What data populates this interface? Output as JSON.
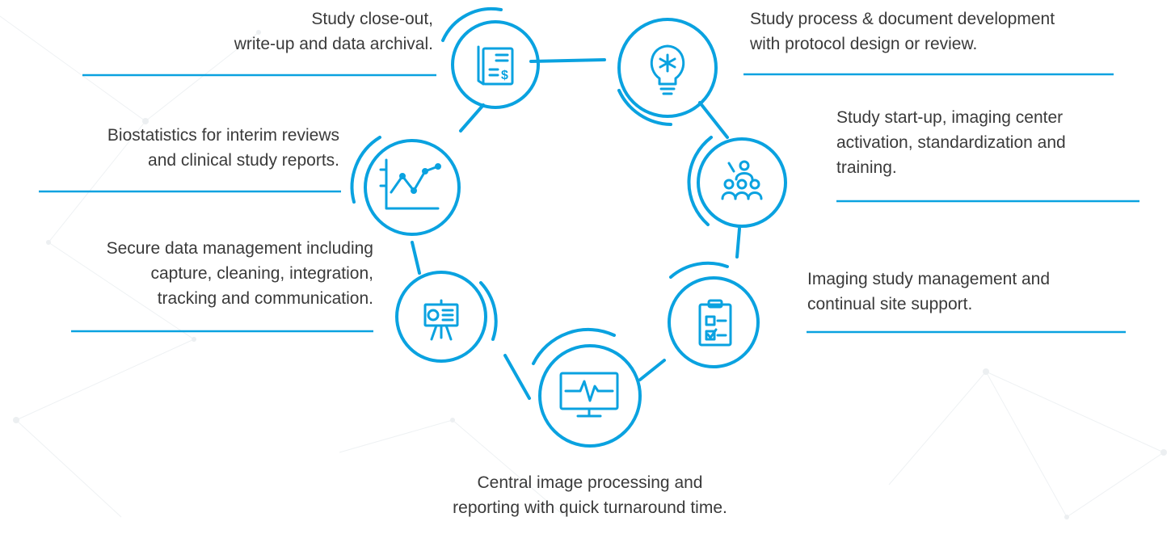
{
  "colors": {
    "accent": "#0aa2e0",
    "text": "#3a3a3a",
    "background": "#ffffff"
  },
  "steps": [
    {
      "id": "closeout",
      "icon": "document-invoice-icon",
      "lines": [
        "Study close-out,",
        "write-up and data archival."
      ]
    },
    {
      "id": "process",
      "icon": "lightbulb-icon",
      "lines": [
        "Study process & document development",
        "with protocol design or review."
      ]
    },
    {
      "id": "startup",
      "icon": "training-group-icon",
      "lines": [
        "Study start-up, imaging center",
        "activation, standardization and",
        "training."
      ]
    },
    {
      "id": "management",
      "icon": "clipboard-checklist-icon",
      "lines": [
        "Imaging study management and",
        "continual site support."
      ]
    },
    {
      "id": "central",
      "icon": "monitor-heartbeat-icon",
      "lines": [
        "Central image processing and",
        "reporting with quick turnaround time."
      ]
    },
    {
      "id": "datamanagement",
      "icon": "presentation-board-icon",
      "lines": [
        "Secure data management including",
        "capture, cleaning, integration,",
        "tracking and communication."
      ]
    },
    {
      "id": "biostatistics",
      "icon": "line-chart-icon",
      "lines": [
        "Biostatistics for interim reviews",
        "and clinical study reports."
      ]
    }
  ]
}
